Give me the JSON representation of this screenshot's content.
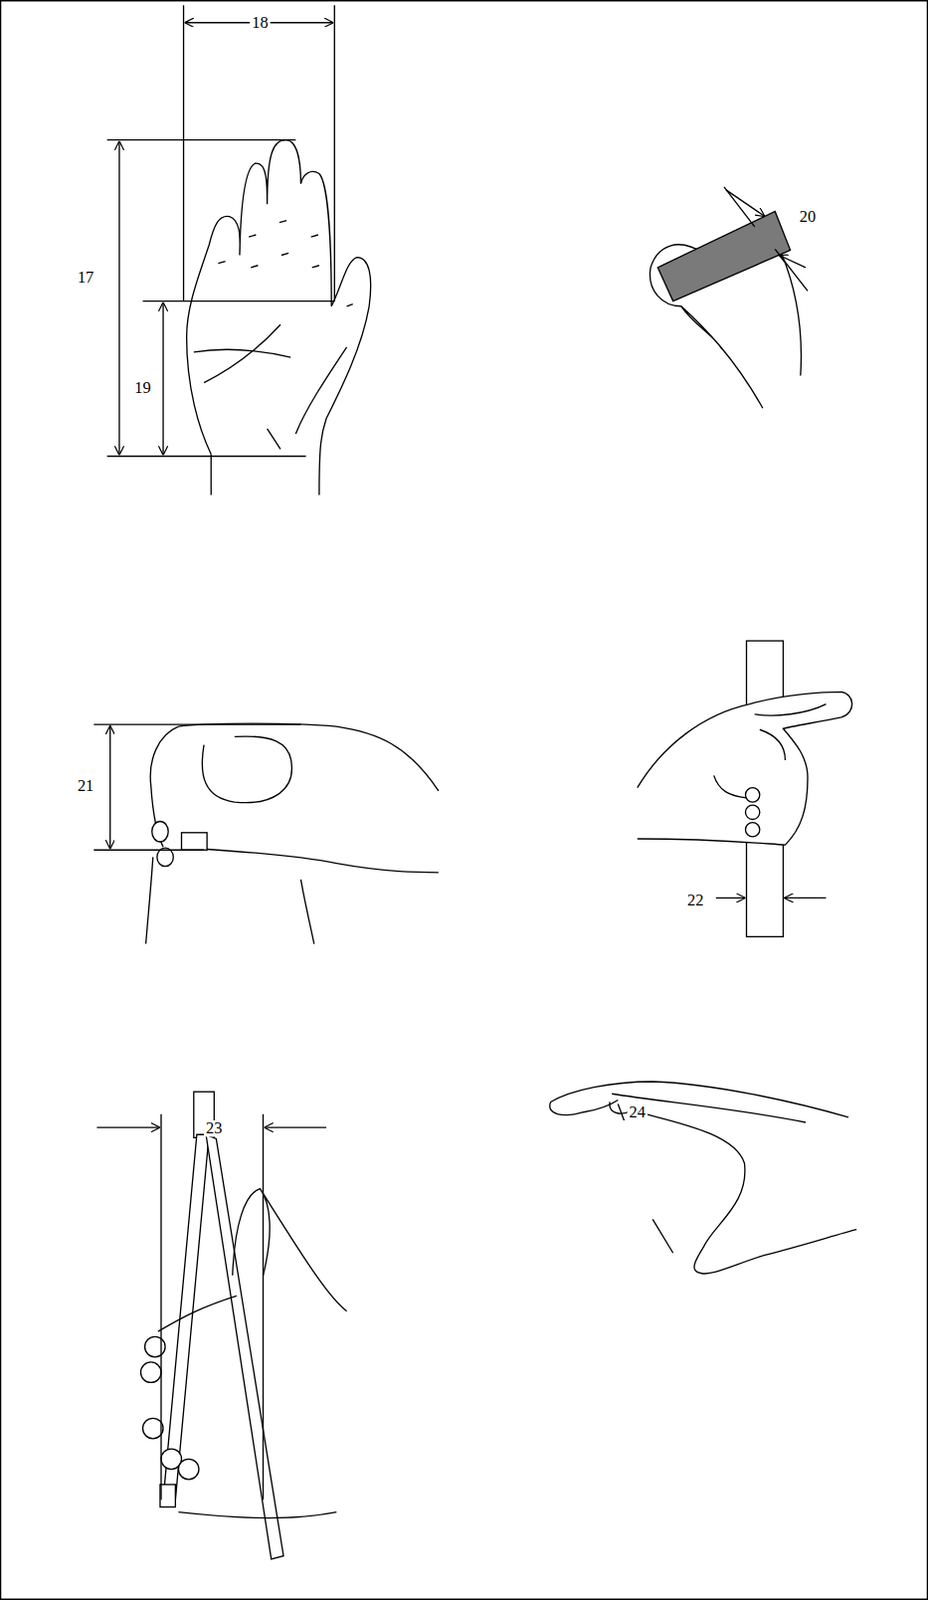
{
  "diagram": {
    "labels": [
      "18",
      "17",
      "19",
      "20",
      "21",
      "22",
      "23",
      "24"
    ]
  }
}
